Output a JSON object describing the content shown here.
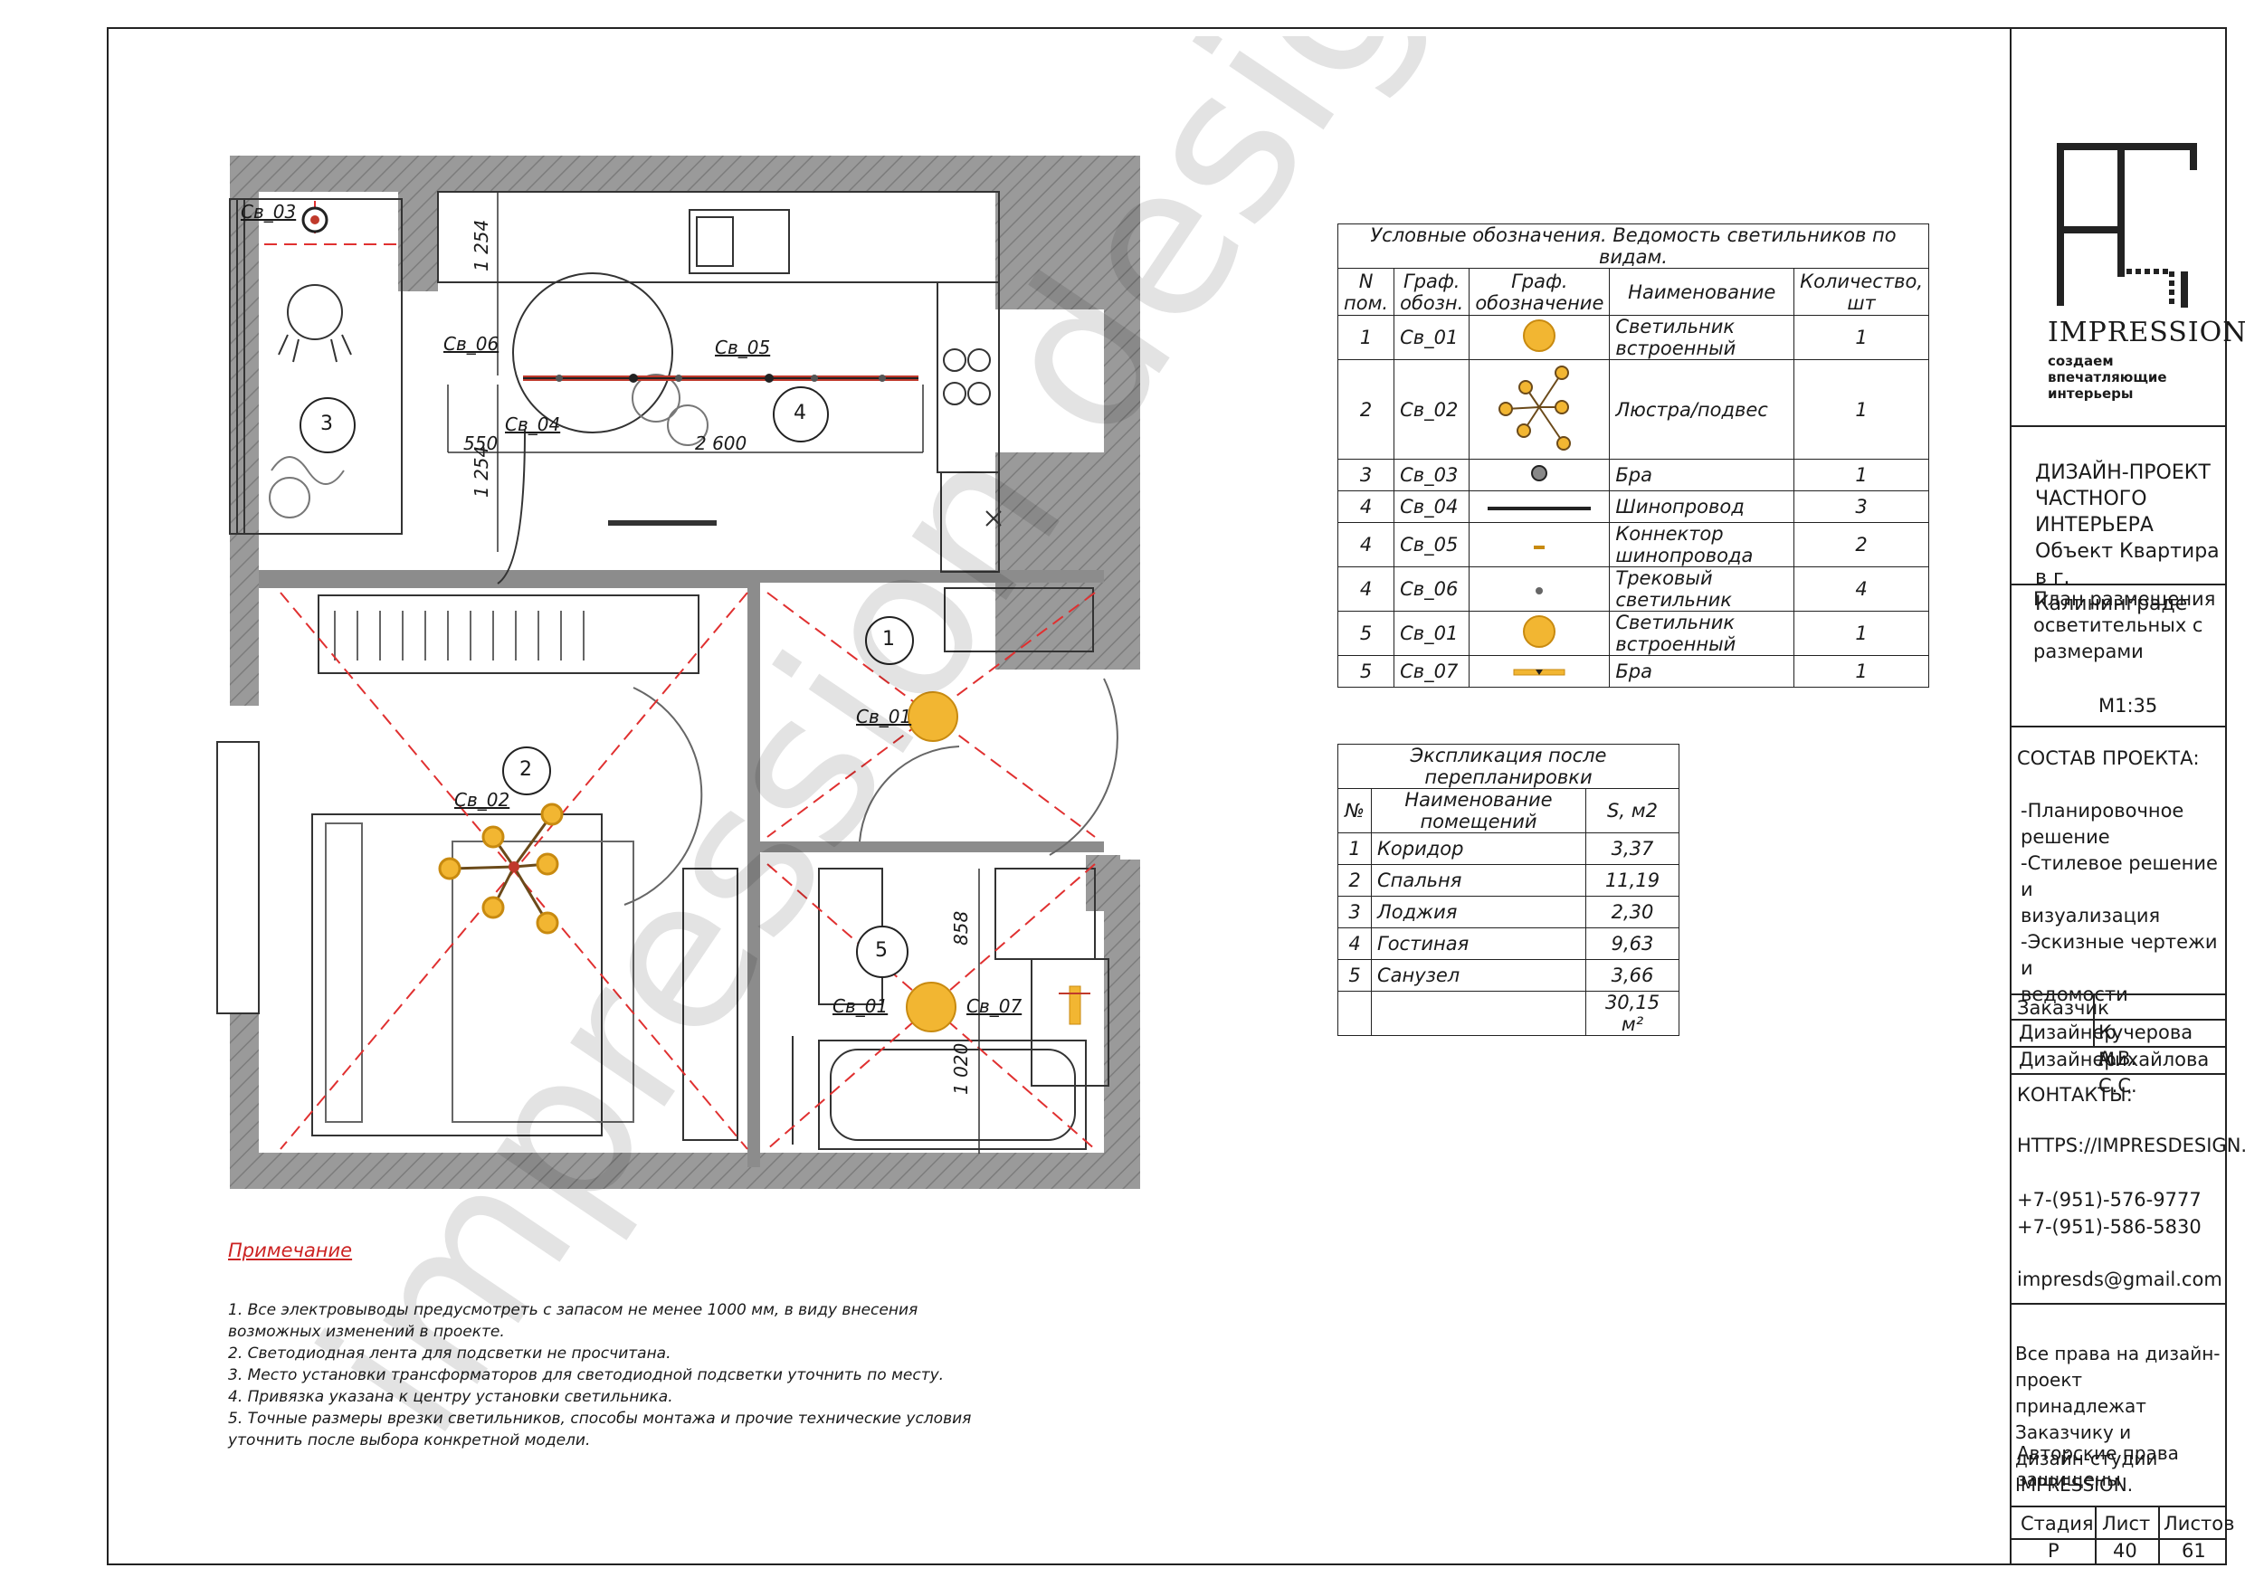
{
  "watermark": "impression design",
  "company": {
    "name": "IMPRESSION",
    "slogan_line1": "создаем впечатляющие",
    "slogan_line2": "интерьеры"
  },
  "title_block": {
    "project": "ДИЗАЙН-ПРОЕКТ\nЧАСТНОГО ИНТЕРЬЕРА\nОбъект Квартира в г.\nКалининграде",
    "sheet_title": "План размещения\nосветительных с\nразмерами",
    "scale": "М1:35",
    "composition_title": "СОСТАВ ПРОЕКТА:",
    "composition": "-Планировочное решение\n-Стилевое решение и\n визуализация\n-Эскизные чертежи и\n ведомости",
    "customer_label": "Заказчик",
    "designer1_label": "Дизайнер",
    "designer1": "Кучерова А.В.",
    "designer2_label": "Дизайнер",
    "designer2": "Михайлова С.С.",
    "contacts_label": "КОНТАКТЫ:",
    "website": "HTTPS://IMPRESDESIGN.RU",
    "phone1": "+7-(951)-576-9777",
    "phone2": "+7-(951)-586-5830",
    "email": "impresds@gmail.com",
    "rights": "Все права на дизайн-проект\nпринадлежат Заказчику и\nдизайн-студии IMPRESSION.",
    "copyright": "Авторские права защищены",
    "stage_label": "Стадия",
    "sheet_label": "Лист",
    "sheets_label": "Листов",
    "stage": "Р",
    "sheet": "40",
    "sheets": "61"
  },
  "legend": {
    "title": "Условные обозначения. Ведомость светильников по видам.",
    "headers": [
      "N\nпом.",
      "Граф.\nобозн.",
      "Граф.\nобозначение",
      "Наименование",
      "Количество,\nшт"
    ],
    "rows": [
      {
        "room": "1",
        "code": "Св_01",
        "symbol": "circle-icon",
        "name": "Светильник встроенный",
        "qty": "1"
      },
      {
        "room": "2",
        "code": "Св_02",
        "symbol": "chandelier-icon",
        "name": "Люстра/подвес",
        "qty": "1"
      },
      {
        "room": "3",
        "code": "Св_03",
        "symbol": "sconce-icon",
        "name": "Бра",
        "qty": "1"
      },
      {
        "room": "4",
        "code": "Св_04",
        "symbol": "track-rail-icon",
        "name": "Шинопровод",
        "qty": "3"
      },
      {
        "room": "4",
        "code": "Св_05",
        "symbol": "connector-icon",
        "name": "Коннектор шинопровода",
        "qty": "2"
      },
      {
        "room": "4",
        "code": "Св_06",
        "symbol": "track-light-icon",
        "name": "Трековый светильник",
        "qty": "4"
      },
      {
        "room": "5",
        "code": "Св_01",
        "symbol": "circle-icon",
        "name": "Светильник встроенный",
        "qty": "1"
      },
      {
        "room": "5",
        "code": "Св_07",
        "symbol": "wall-sconce-icon",
        "name": "Бра",
        "qty": "1"
      }
    ]
  },
  "explication": {
    "title": "Экспликация после перепланировки",
    "headers": [
      "№",
      "Наименование помещений",
      "S, м2"
    ],
    "rows": [
      {
        "n": "1",
        "name": "Коридор",
        "area": "3,37"
      },
      {
        "n": "2",
        "name": "Спальня",
        "area": "11,19"
      },
      {
        "n": "3",
        "name": "Лоджия",
        "area": "2,30"
      },
      {
        "n": "4",
        "name": "Гостиная",
        "area": "9,63"
      },
      {
        "n": "5",
        "name": "Санузел",
        "area": "3,66"
      }
    ],
    "total": "30,15 м²"
  },
  "notes": {
    "title": "Примечание",
    "lines": [
      "1. Все электровыводы предусмотреть с запасом не менее 1000 мм, в виду внесения",
      "возможных изменений в проекте.",
      "2. Светодиодная лента для подсветки не просчитана.",
      "3. Место установки трансформаторов для светодиодной подсветки уточнить по месту.",
      "4. Привязка указана к центру установки светильника.",
      "5. Точные размеры врезки светильников, способы монтажа и прочие технические условия",
      " уточнить после выбора конкретной модели."
    ]
  },
  "plan": {
    "rooms": [
      "1",
      "2",
      "3",
      "4",
      "5"
    ],
    "fixture_labels": {
      "sv03": "Св_03",
      "sv06": "Св_06",
      "sv05": "Св_05",
      "sv04": "Св_04",
      "sv01_corridor": "Св_01",
      "sv02": "Св_02",
      "sv01_bath": "Св_01",
      "sv07": "Св_07"
    },
    "dimensions": {
      "d1254_top": "1 254",
      "d1254_bottom": "1 254",
      "d550": "550",
      "d2600": "2 600",
      "d858": "858",
      "d1020": "1 020"
    },
    "colors": {
      "fixture": "#f2b632",
      "guide": "#e03030",
      "wall": "#9a9a9a"
    }
  }
}
